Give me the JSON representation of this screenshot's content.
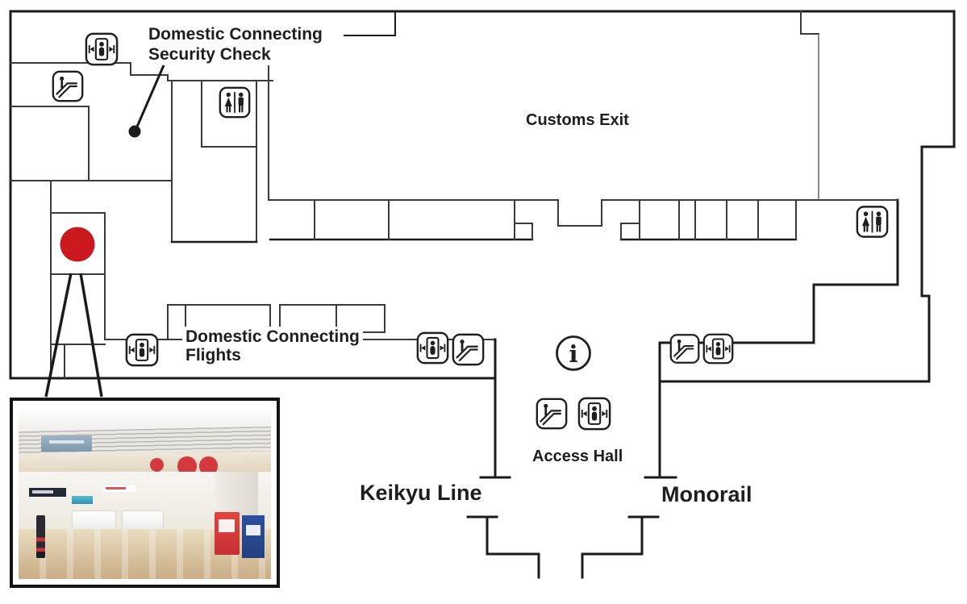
{
  "map": {
    "labels": {
      "security_check": {
        "line1": "Domestic Connecting",
        "line2": "Security Check"
      },
      "customs_exit": "Customs Exit",
      "domestic_flights": {
        "line1": "Domestic Connecting",
        "line2": "Flights"
      },
      "access_hall": "Access Hall",
      "keikyu_line": "Keikyu Line",
      "monorail": "Monorail"
    },
    "marker": {
      "name": "current-location-marker",
      "shape": "red-circle"
    },
    "icons": [
      {
        "name": "elevator-icon",
        "meaning": "Elevator",
        "count": 5
      },
      {
        "name": "escalator-icon",
        "meaning": "Escalator",
        "count": 4
      },
      {
        "name": "restroom-icon",
        "meaning": "Restroom",
        "count": 2
      },
      {
        "name": "information-icon",
        "meaning": "Information",
        "count": 1,
        "glyph": "i"
      }
    ]
  },
  "photo": {
    "alt": "Airport check-in lobby interior photo"
  },
  "colors": {
    "wall": "#1b1b1b",
    "inner_wall": "#3a3a3a",
    "thin_wall": "#6a6a6a",
    "text": "#1e1e1e",
    "red_marker": "#c9191e",
    "icon_stroke": "#1f1f1f",
    "photo_floor_light": "#e9dcc0",
    "photo_floor_dark": "#c9ad85",
    "photo_fascia": "#e2d5bf",
    "photo_grille": "#b9b8b3",
    "photo_sign_blue": "#9eb3c2",
    "photo_navy": "#232a35",
    "photo_red": "#d23a40",
    "photo_kiosk_blue": "#2d4f9e",
    "photo_screen": "#59b8d2"
  }
}
